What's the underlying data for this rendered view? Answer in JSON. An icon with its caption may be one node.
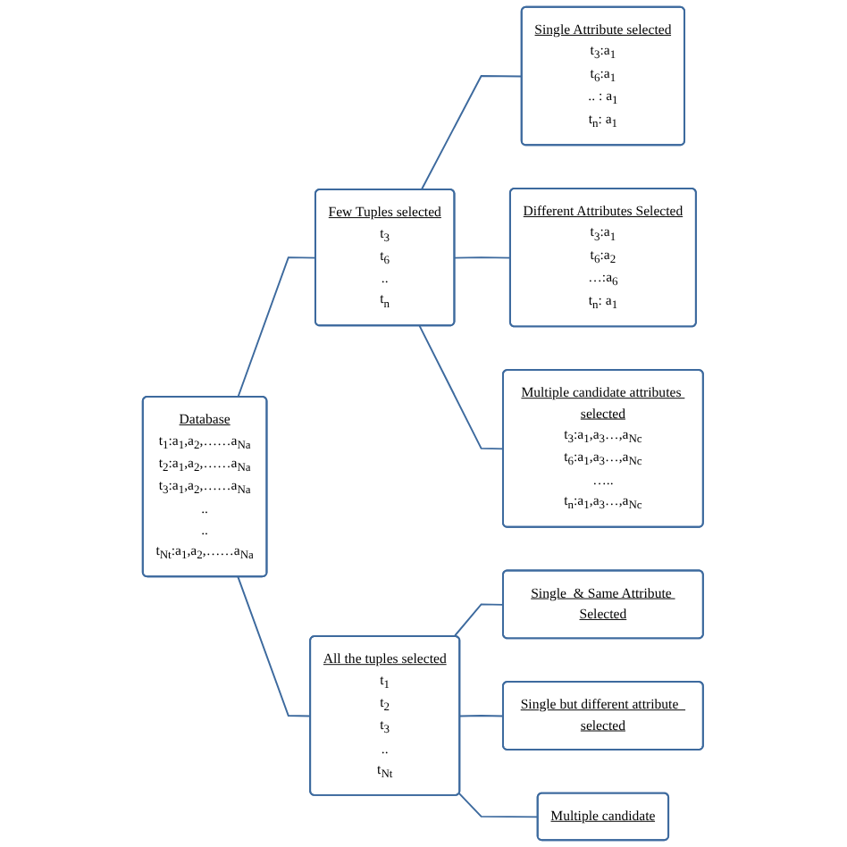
{
  "diagram": {
    "nodes": [
      {
        "text": [
          "Database",
          "t$_{1}$:a$_{1}$,a$_{2}$,……a$_{Na}$",
          "t$_{2}$:a$_{1}$,a$_{2}$,……a$_{Na}$",
          "t$_{3}$:a$_{1}$,a$_{2}$,……a$_{Na}$",
          "..",
          "..",
          "t$_{Nt}$:a$_{1}$,a$_{2}$,……a$_{Na}$"
        ]
      },
      {
        "text": [
          "Few Tuples selected",
          "t$_{3}$",
          "t$_{6}$",
          "..",
          "t$_{n}$"
        ]
      },
      {
        "text": [
          "Single Attribute selected",
          "t$_{3}$:a$_{1}$",
          "t$_{6}$:a$_{1}$",
          ".. : a$_{1}$",
          "t$_{n}$: a$_{1}$"
        ]
      },
      {
        "text": [
          "Different Attributes Selected",
          "t$_{3}$:a$_{1}$",
          "t$_{6}$:a$_{2}$",
          "…:a$_{6}$",
          "t$_{n}$: a$_{1}$"
        ]
      },
      {
        "text": [
          "Multiple candidate attributes selected",
          "t$_{3}$:a$_{1}$,a$_{3}$…,a$_{Nc}$",
          "t$_{6}$:a$_{1}$,a$_{3}$…,a$_{Nc}$",
          "…..",
          "t$_{n}$:a$_{1}$,a$_{3}$…,a$_{Nc}$"
        ]
      },
      {
        "text": [
          "All the tuples selected",
          "t$_{1}$",
          "t$_{2}$",
          "t$_{3}$",
          "..",
          "t$_{Nt}$"
        ]
      },
      {
        "text": [
          "Single  & Same Attribute Selected"
        ]
      },
      {
        "text": [
          "Single but different attribute  selected"
        ]
      },
      {
        "text": [
          "Multiple candidate"
        ]
      }
    ],
    "edges": [
      {
        "from": 0,
        "to": 1,
        "arrow": "none"
      },
      {
        "from": 0,
        "to": 5,
        "arrow": "none"
      },
      {
        "from": 1,
        "to": 2,
        "arrow": "none"
      },
      {
        "from": 1,
        "to": 3,
        "arrow": "none"
      },
      {
        "from": 1,
        "to": 4,
        "arrow": "none"
      },
      {
        "from": 5,
        "to": 6,
        "arrow": "none"
      },
      {
        "from": 5,
        "to": 7,
        "arrow": "none"
      },
      {
        "from": 5,
        "to": 8,
        "arrow": "none"
      }
    ]
  }
}
